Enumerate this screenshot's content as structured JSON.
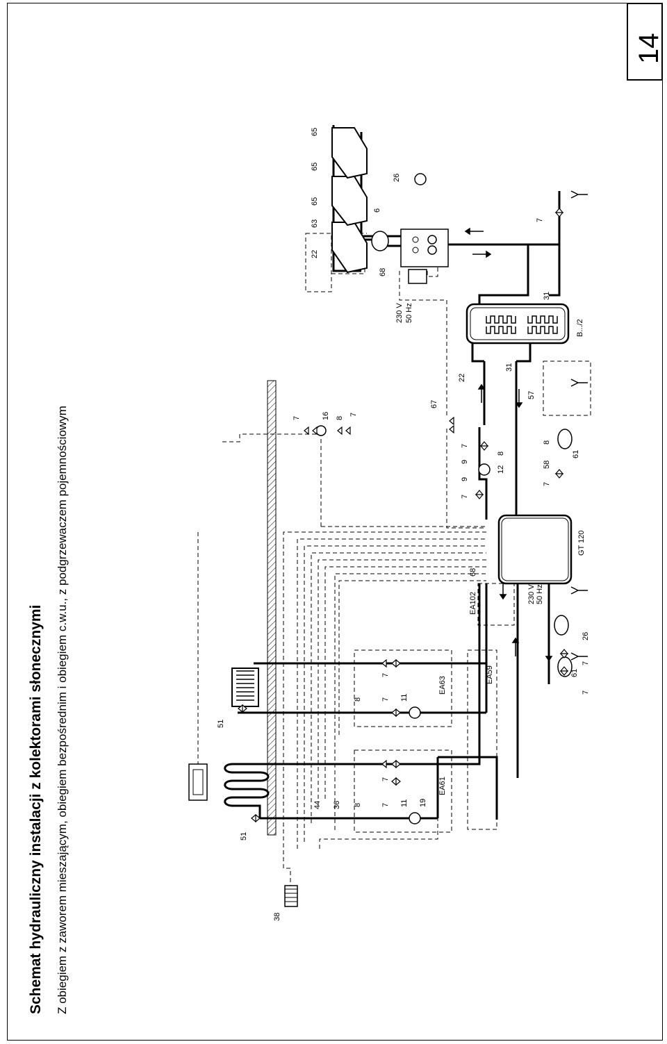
{
  "header": {
    "title": "Schemat hydrauliczny instalacji z kolektorami słonecznymi",
    "subtitle": "Z obiegiem z zaworem mieszającym, obiegiem bezpośrednim i obiegiem c.w.u., z  podgrzewaczem pojemnościowym"
  },
  "page_number": "14",
  "labels": {
    "l38": "38",
    "l51a": "51",
    "l51b": "51",
    "l44": "44",
    "l36": "36",
    "l8a": "8",
    "l7a": "7",
    "l11a": "11",
    "l19": "19",
    "l7b": "7",
    "lEA61": "EA61",
    "l8b": "8",
    "l7c": "7",
    "l11b": "11",
    "l7d": "7",
    "lEA63": "EA63",
    "lEA59": "EA59",
    "l7e": "7",
    "l61a": "61",
    "l7f": "7",
    "l26a": "26",
    "lEA102": "EA102",
    "l68a": "68",
    "l230a": "230 V",
    "l50a": "50 Hz",
    "lGT120": "GT 120",
    "l7g": "7",
    "l9a": "9",
    "l9b": "9",
    "l7h": "7",
    "l12": "12",
    "l8c": "8",
    "l7i": "7",
    "l58": "58",
    "l61b": "61",
    "l8d": "8",
    "l57": "57",
    "l7j": "7",
    "l16": "16",
    "l8e": "8",
    "l7k": "7",
    "l67": "67",
    "l22a": "22",
    "l31a": "31",
    "l31b": "31",
    "lB2": "B.../2",
    "l230b": "230 V",
    "l50b": "50 Hz",
    "l68b": "68",
    "l6": "6",
    "l26b": "26",
    "l22b": "22",
    "l63": "63",
    "l65a": "65",
    "l65b": "65",
    "l65c": "65",
    "l7l": "7"
  }
}
